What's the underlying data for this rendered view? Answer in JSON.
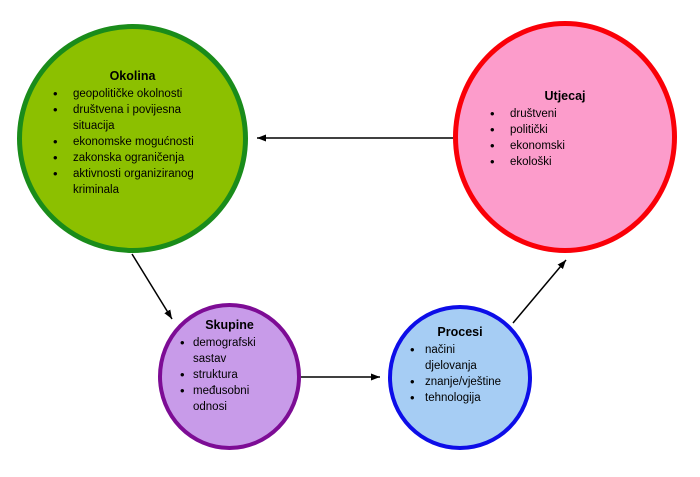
{
  "diagram": {
    "title": "",
    "nodes": [
      {
        "id": "okolina",
        "title": "Okolina",
        "items": [
          "geopolitičke okolnosti",
          "društvena i povijesna situacija",
          "ekonomske mogućnosti",
          "zakonska ograničenja",
          "aktivnosti organiziranog kriminala"
        ],
        "fill_color": "#8CC000",
        "border_color": "#1A8C1A"
      },
      {
        "id": "utjecaj",
        "title": "Utjecaj",
        "items": [
          "društveni",
          "politički",
          "ekonomski",
          "ekološki"
        ],
        "fill_color": "#FC9CCB",
        "border_color": "#FA0008"
      },
      {
        "id": "skupine",
        "title": "Skupine",
        "items": [
          "demografski sastav",
          "struktura",
          "međusobni odnosi"
        ],
        "fill_color": "#C89BE9",
        "border_color": "#7D0C95"
      },
      {
        "id": "procesi",
        "title": "Procesi",
        "items": [
          "načini djelovanja",
          "znanje/vještine",
          "tehnologija"
        ],
        "fill_color": "#A6CDF4",
        "border_color": "#0D0DE8"
      }
    ],
    "edges": [
      {
        "from": "Utjecaj",
        "to": "Okolina"
      },
      {
        "from": "Okolina",
        "to": "Skupine"
      },
      {
        "from": "Skupine",
        "to": "Procesi"
      },
      {
        "from": "Procesi",
        "to": "Utjecaj"
      }
    ],
    "arrow_color": "#000000",
    "background_color": "#FFFFFF"
  }
}
